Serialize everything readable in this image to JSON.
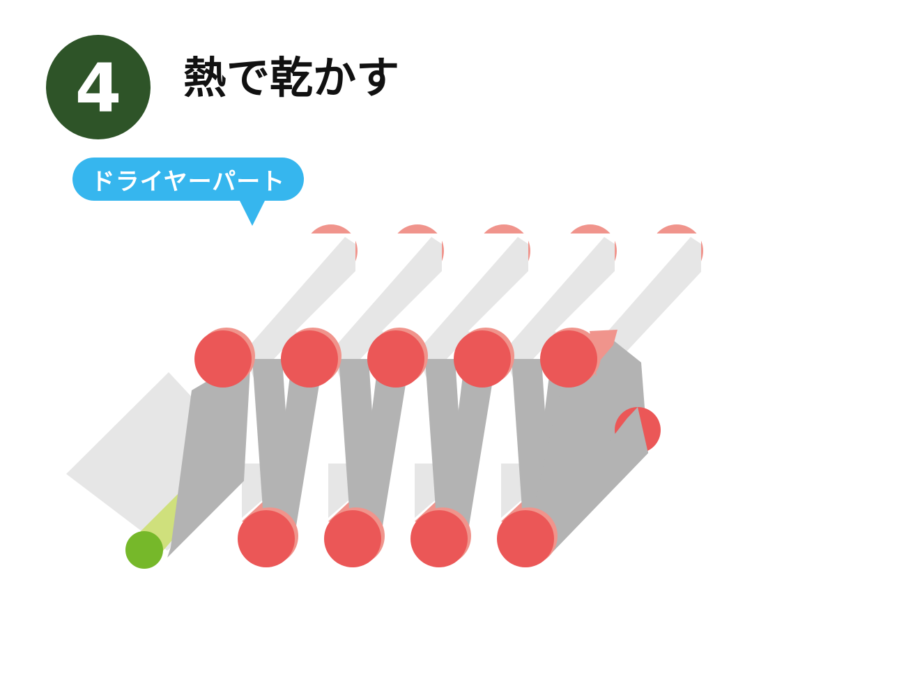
{
  "step": {
    "number": "4",
    "title": "熱で乾かす"
  },
  "callout": {
    "label": "ドライヤーパート"
  },
  "colors": {
    "badge": "#2e5428",
    "callout": "#36b6ee",
    "dryer_cylinder": "#eb5757",
    "dryer_cylinder_shadow": "#f0948c",
    "felt_light": "#e6e6e6",
    "felt_dark": "#b3b3b3",
    "paper_roller": "#76b82a",
    "paper_roller_shadow": "#cfe07c"
  },
  "diagram": {
    "upper_cylinder_count": 5,
    "lower_cylinder_count": 4,
    "paper_entry_roller_count": 1
  }
}
